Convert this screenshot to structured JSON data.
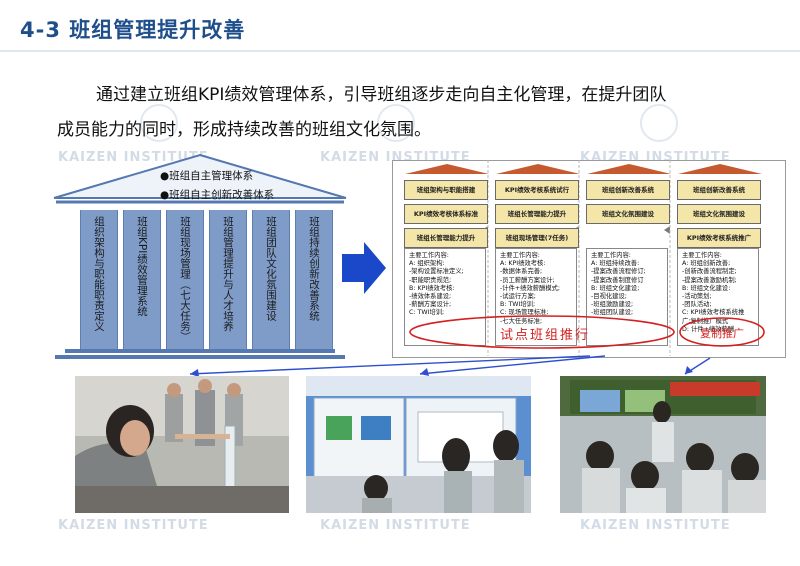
{
  "title": "4-3 班组管理提升改善",
  "intro": {
    "line1": "通过建立班组KPI绩效管理体系，引导班组逐步走向自主化管理，在提升团队",
    "line2": "成员能力的同时，形成持续改善的班组文化氛围。"
  },
  "watermark": "KAIZEN INSTITUTE",
  "temple": {
    "bullets": [
      "●班组自主管理体系",
      "●班组自主创新改善体系"
    ],
    "pillars": [
      "组织架构与职能职责定义",
      "班组KPI绩效管理系统",
      "班组现场管理（七大任务）",
      "班组管理提升与人才培养",
      "班组团队文化氛围建设",
      "班组持续创新改善系统"
    ]
  },
  "flow": {
    "columns": [
      {
        "boxes": [
          "班组架构与职能搭建",
          "KPI绩效考核体系标准",
          "班组长管理能力提升"
        ],
        "body": [
          "主要工作内容:",
          "A: 组织架构:",
          "-架构设置标准定义;",
          "-职能职责规范;",
          "B: KPI绩效考核:",
          "-绩效体系建设;",
          "-薪酬方案设计;",
          "C: TWI培训;"
        ]
      },
      {
        "boxes": [
          "KPI绩效考核系统试行",
          "班组长管理能力提升",
          "班组现场管理(7任务)"
        ],
        "body": [
          "主要工作内容:",
          "A: KPI绩效考核:",
          "-数据体系完善;",
          "-员工薪酬方案设计;",
          "-计件+绩效薪酬模式;",
          "-试运行方案;",
          "B: TWI培训;",
          "C: 现场管理标准;",
          "-七大任务标准;"
        ]
      },
      {
        "boxes": [
          "班组创新改善系统",
          "班组文化氛围建设"
        ],
        "body": [
          "主要工作内容:",
          "A: 班组持续改善:",
          "-提案改善流程修订;",
          "-提案改善制度修订",
          "B: 班组文化建设;",
          "-目视化建设;",
          "-班组激励建设;",
          "-班组团队建设;"
        ]
      },
      {
        "boxes": [
          "班组创新改善系统",
          "班组文化氛围建设",
          "KPI绩效考核系统推广"
        ],
        "body": [
          "主要工作内容:",
          "A: 班组创新改善;",
          "-创新改善流程制定;",
          "-提案改善激励机制;",
          "B: 班组文化建设:",
          "-活动策划;",
          "-团队活动;",
          "C: KPI绩效考核系统推",
          "广;复制推广模式",
          "D: 计件+绩效薪酬"
        ]
      }
    ],
    "handwriting": [
      "试点班组推行",
      "复制推广"
    ]
  },
  "colors": {
    "accent": "#1f4e8c",
    "pillar": "#7f9cc9",
    "roof": "#c65a2e",
    "arrow": "#1b47c9",
    "ellipse": "#d42020"
  }
}
